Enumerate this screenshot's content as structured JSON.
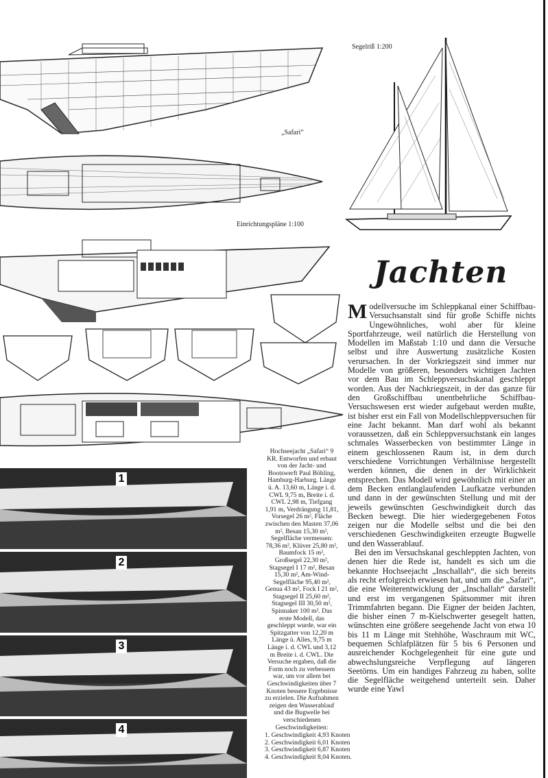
{
  "labels": {
    "sail_plan": "Segelriß 1:200",
    "boat_name": "„Safari“",
    "layout_plans": "Einrichtungspläne 1:100"
  },
  "title": "Jachten",
  "caption": {
    "text": "Hochseejacht „Safari“ 9 KR. Entworfen und erbaut von der Jacht- und Bootswerft Paul Böhling, Hamburg-Harburg. Länge ü. A. 13,60 m, Länge i. d. CWL 9,75 m, Breite i. d. CWL 2,98 m, Tiefgang 1,91 m, Verdrängung 11,81, Vorsegel 26 m², Fläche zwischen den Masten 37,06 m², Besan 15,30 m², Segelfläche vermessen: 78,36 m², Klüver 25,80 m², Baumfock 15 m², Großsegel 22,30 m², Stagsegel I 17 m², Besan 15,30 m², Am-Wind-Segelfläche 95,40 m², Genua 43 m², Fock I 21 m², Stagsegel II 25,60 m², Stagsegel III 30,50 m², Spinnaker 100 m². Das erste Modell, das geschleppt wurde, war ein Spitzgatter von 12,20 m Länge ü. Alles, 9,75 m Länge i. d. CWL und 3,12 m Breite i. d. CWL. Die Versuche ergaben, daß die Form noch zu verbessern war, um vor allem bei Geschwindigkeiten über 7 Knoten bessere Ergebnisse zu erzielen. Die Aufnahmen zeigen den Wasserablauf und die Bugwelle bei verschiedenen Geschwindigkeiten:",
    "speeds": [
      "1. Geschwindigkeit 4,93 Knoten",
      "2. Geschwindigkeit 6,01 Knoten",
      "3. Geschwindigkeit 6,87 Knoten",
      "4. Geschwindigkeit 8,04 Knoten."
    ]
  },
  "photos": [
    {
      "num": "1"
    },
    {
      "num": "2"
    },
    {
      "num": "3"
    },
    {
      "num": "4"
    }
  ],
  "article": {
    "dropcap": "M",
    "p1": "odellversuche im Schleppkanal einer Schiffbau-Versuchsanstalt sind für große Schiffe nichts Ungewöhnliches, wohl aber für kleine Sportfahrzeuge, weil natürlich die Herstellung von Modellen im Maßstab 1:10 und dann die Versuche selbst und ihre Auswertung zusätzliche Kosten verursachen. In der Vorkriegszeit sind immer nur Modelle von größeren, besonders wichtigen Jachten vor dem Bau im Schleppversuchskanal geschleppt worden. Aus der Nachkriegszeit, in der das ganze für den Großschiffbau unentbehrliche Schiffbau-Versuchswesen erst wieder aufgebaut werden mußte, ist bisher erst ein Fall von Modellschleppversuchen für eine Jacht bekannt. Man darf wohl als bekannt voraussetzen, daß ein Schleppversuchstank ein langes schmales Wasserbecken von bestimmter Länge in einem geschlossenen Raum ist, in dem durch verschiedene Vorrichtungen Verhältnisse hergestellt werden können, die denen in der Wirklichkeit entsprechen. Das Modell wird gewöhnlich mit einer an dem Becken entlanglaufenden Laufkatze verbunden und dann in der gewünschten Stellung und mit der jeweils gewünschten Geschwindigkeit durch das Becken bewegt. Die hier wiedergegebenen Fotos zeigen nur die Modelle selbst und die bei den verschiedenen Geschwindigkeiten erzeugte Bugwelle und den Wasserablauf.",
    "p2": "Bei den im Versuchskanal geschleppten Jachten, von denen hier die Rede ist, handelt es sich um die bekannte Hochseejacht „Inschallah“, die sich bereits als recht erfolgreich erwiesen hat, und um die „Safari“, die eine Weiterentwicklung der „Inschallah“ darstellt und erst im vergangenen Spätsommer mit ihren Trimmfahrten begann. Die Eigner der beiden Jachten, die bisher einen 7 m-Kielschwerter gesegelt hatten, wünschten eine größere seegehende Jacht von etwa 10 bis 11 m Länge mit Stehhöhe, Waschraum mit WC, bequemen Schlafplätzen für 5 bis 6 Personen und ausreichender Kochgelegenheit für eine gute und abwechslungsreiche Verpflegung auf längeren Seetörns. Um ein handiges Fahrzeug zu haben, sollte die Segelfläche weitgehend unterteilt sein. Daher wurde eine Yawl"
  }
}
